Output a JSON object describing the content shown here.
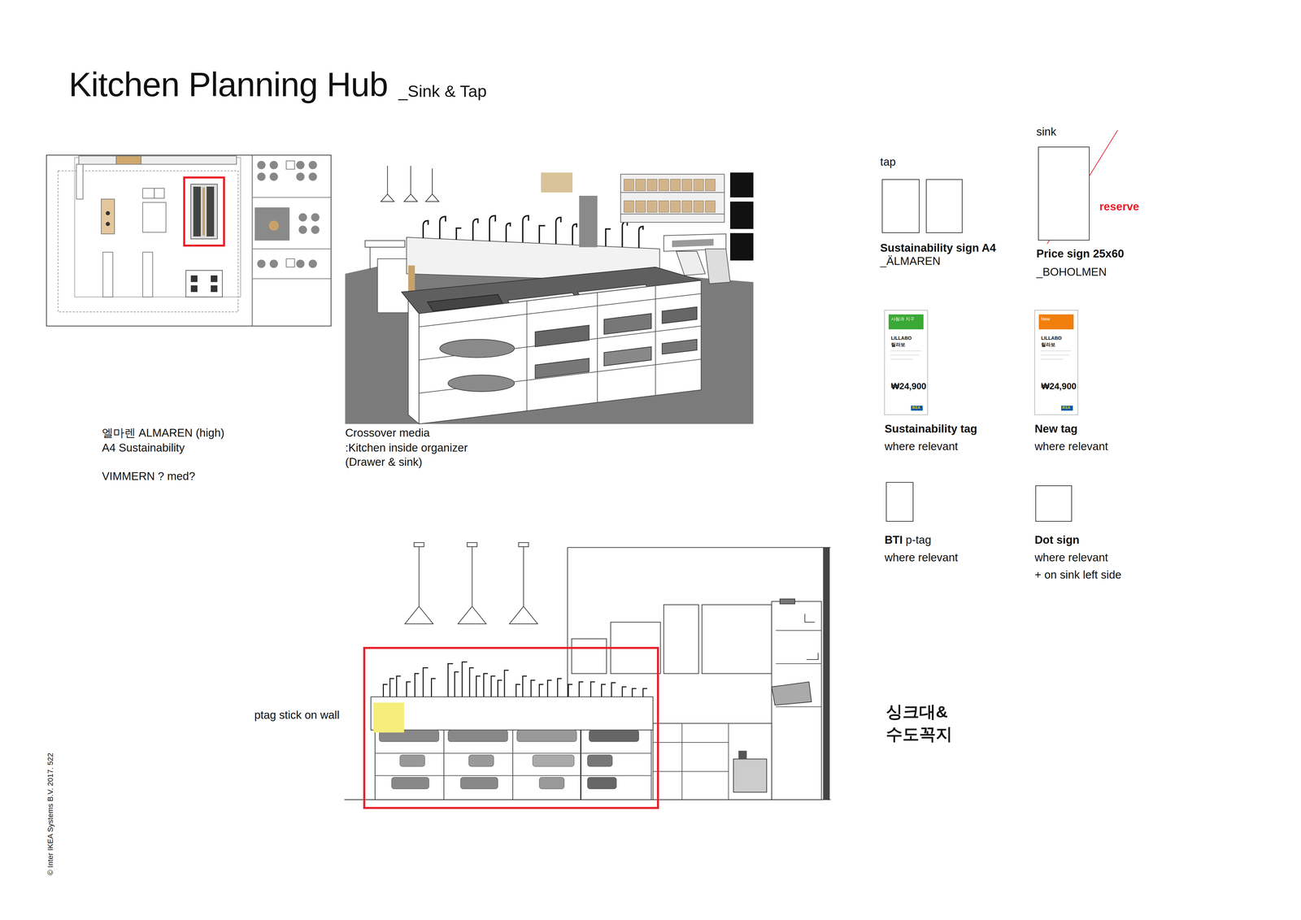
{
  "diagram": {
    "title": "Kitchen Planning Hub",
    "nodes": [
      {
        "text": [
          "tap",
          "Sustainability sign A4",
          "_ÄLMAREN"
        ]
      },
      {
        "text": [
          "sink",
          "Price sign 25x60",
          "_BOHOLMEN"
        ]
      },
      {
        "text": [
          "Sustainability tag",
          "where relevant"
        ]
      },
      {
        "text": [
          "New tag",
          "where relevant"
        ]
      },
      {
        "text": [
          "BTI p-tag",
          "where relevant"
        ]
      },
      {
        "text": [
          "Dot sign",
          "where relevant",
          "+ on sink left side"
        ]
      }
    ],
    "labels": [
      "_Sink & Tap",
      "엘마렌 ALMAREN (high)",
      "A4 Sustainability",
      "VIMMERN ? med?",
      "Crossover media",
      ":Kitchen inside organizer",
      "(Drawer & sink)",
      "reserve",
      "사람과 지구",
      "LILLABO",
      "릴라보",
      "₩24,900",
      "IKEA",
      "New",
      "LILLABO",
      "릴라보",
      "₩24,900",
      "IKEA",
      "ptag stick on wall",
      "싱크대& 수도꼭지",
      "© Inter IKEA Systems B.V. 2017. 522"
    ]
  }
}
